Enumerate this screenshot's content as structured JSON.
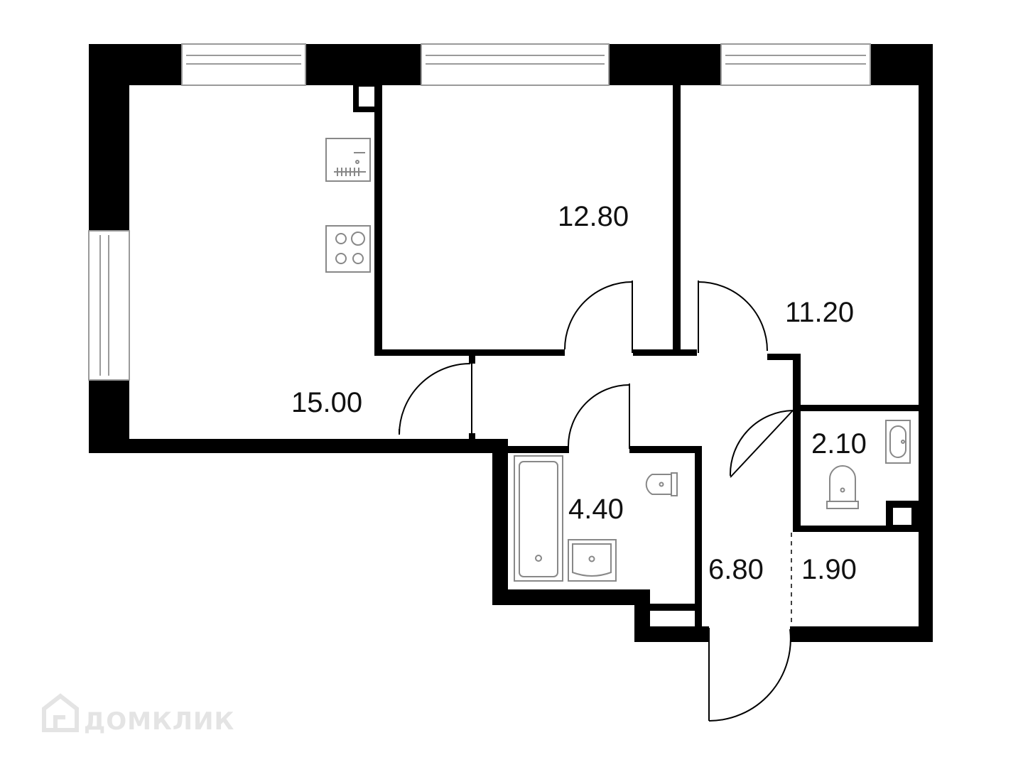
{
  "rooms": [
    {
      "id": "living-kitchen",
      "area": "15.00"
    },
    {
      "id": "bedroom-1",
      "area": "12.80"
    },
    {
      "id": "bedroom-2",
      "area": "11.20"
    },
    {
      "id": "bathroom",
      "area": "4.40"
    },
    {
      "id": "toilet",
      "area": "2.10"
    },
    {
      "id": "hallway",
      "area": "6.80"
    },
    {
      "id": "storage",
      "area": "1.90"
    }
  ],
  "watermark": {
    "text": "ДОМКЛИК"
  },
  "colors": {
    "wall": "#000000",
    "fixture": "#888888",
    "window": "#9a9a9a",
    "label": "#111111",
    "watermark": "#e4e4e4"
  }
}
